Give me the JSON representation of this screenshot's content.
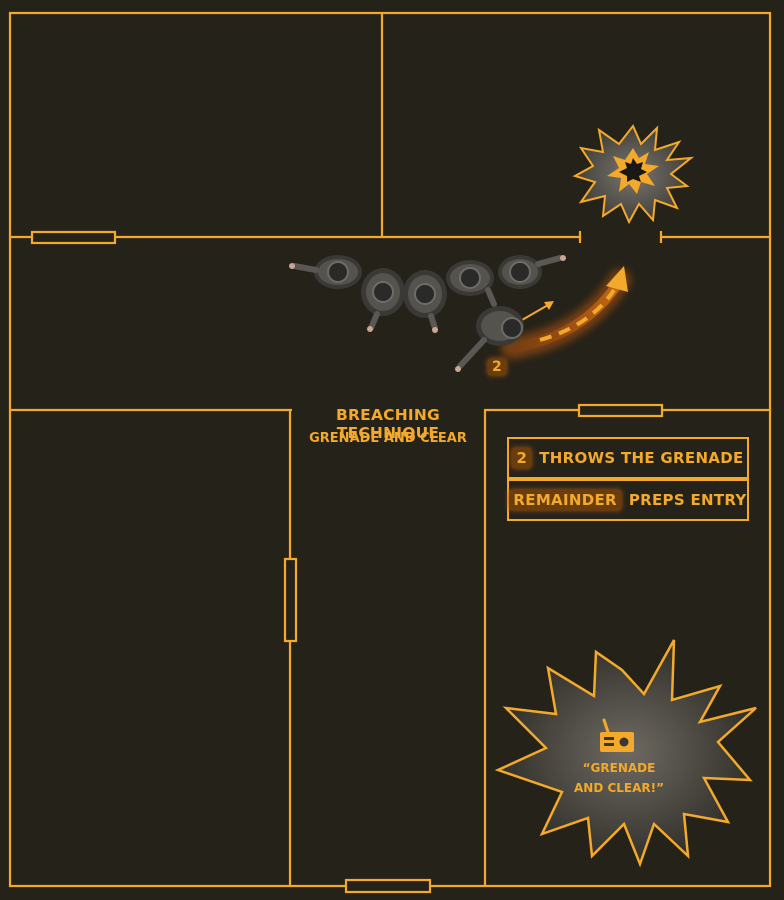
{
  "diagram": {
    "title": "BREACHING TECHNIQUE",
    "subtitle": "GRENADE AND CLEAR",
    "soldier_number": "2",
    "legend": [
      {
        "badge": "2",
        "text": "THROWS THE GRENADE"
      },
      {
        "badge": "REMAINDER",
        "text": "PREPS ENTRY"
      }
    ],
    "callout": {
      "icon": "radio-icon",
      "line1": "“GRENADE",
      "line2": "AND CLEAR!”"
    },
    "colors": {
      "background": "#25221a",
      "wall": "#f3a92b",
      "badge_bg": "#6a3d0d",
      "blast_fill": "#5c5850"
    }
  }
}
